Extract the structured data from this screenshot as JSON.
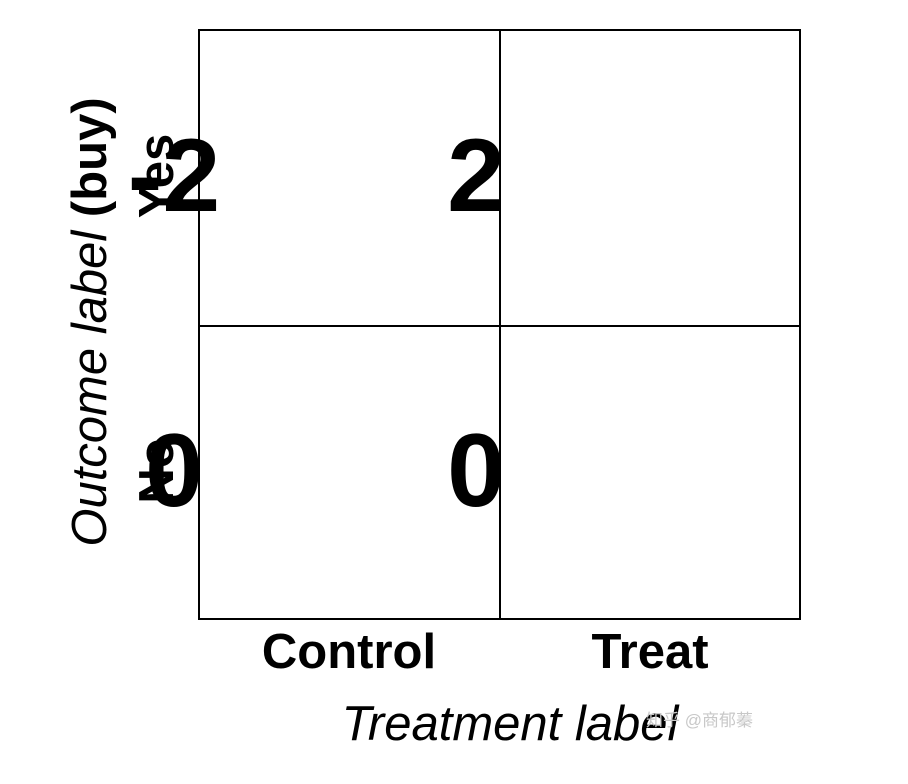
{
  "matrix": {
    "rows": [
      "Yes",
      "No"
    ],
    "columns": [
      "Control",
      "Treat"
    ],
    "cells": [
      [
        "-2",
        "2"
      ],
      [
        "0",
        "0"
      ]
    ]
  },
  "y_axis_title": {
    "outcome_label": "Outcome label",
    "buy": "(buy)"
  },
  "x_axis_title": "Treatment label",
  "watermark": "知乎 @商郁蓁"
}
